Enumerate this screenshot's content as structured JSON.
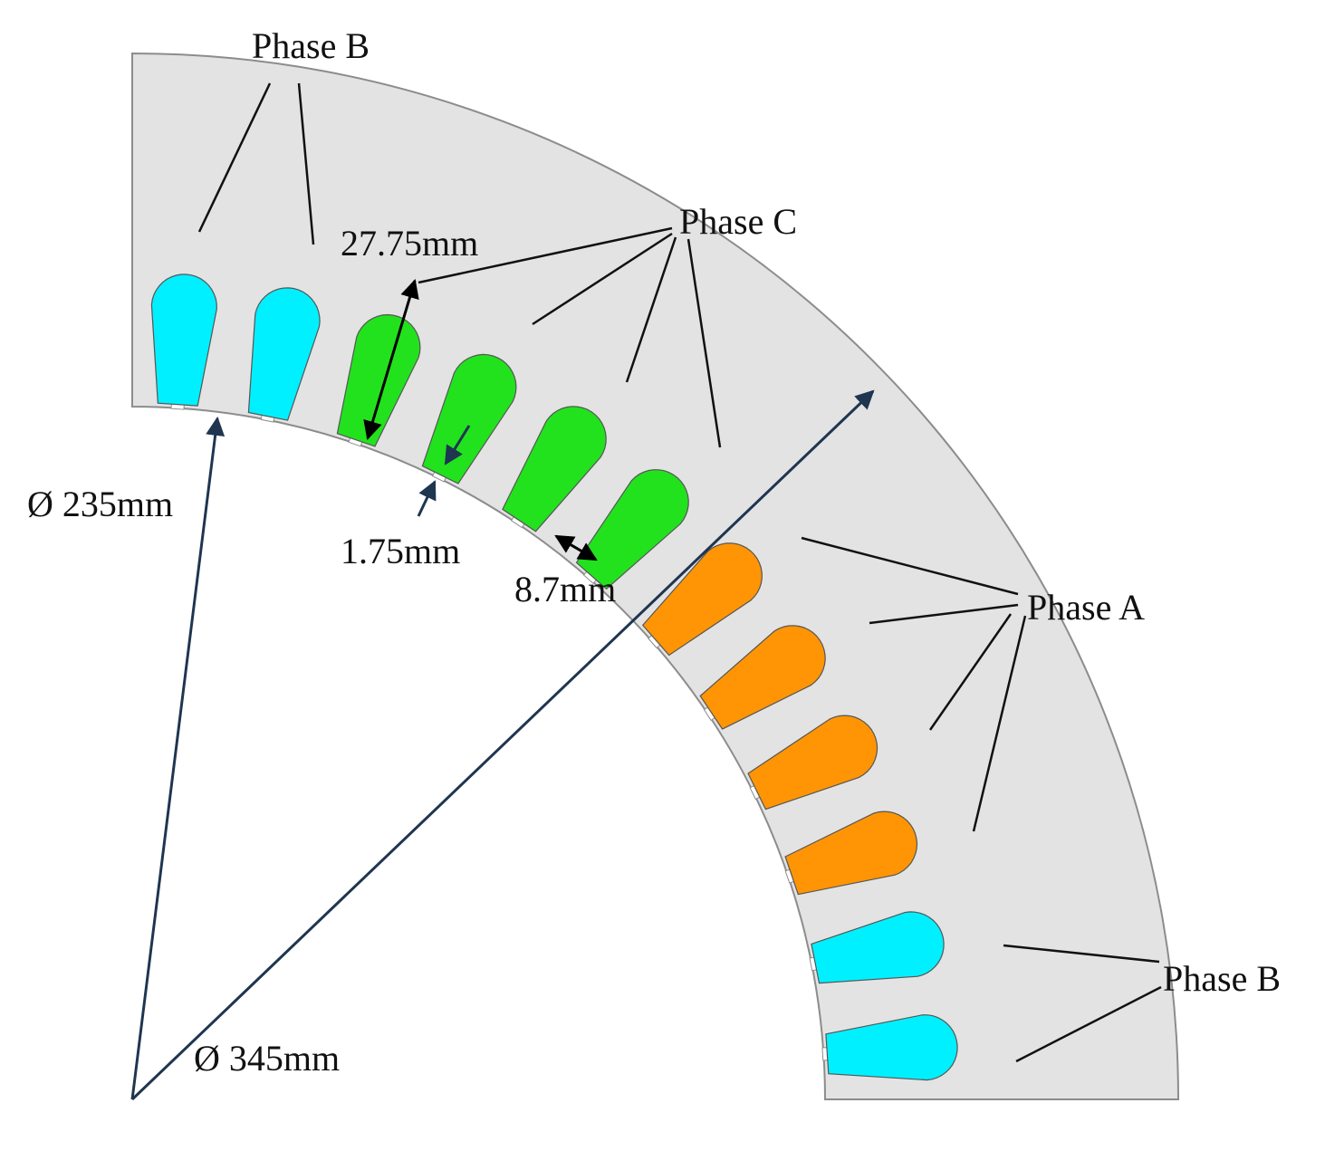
{
  "labels": {
    "phase_b_top": "Phase B",
    "phase_c": "Phase C",
    "phase_a": "Phase A",
    "phase_b_bottom": "Phase B",
    "slot_depth": "27.75mm",
    "slot_opening": "1.75mm",
    "slot_width": "8.7mm",
    "inner_diameter": "Ø 235mm",
    "outer_diameter": "Ø 345mm"
  },
  "slots": [
    {
      "phase": "B",
      "highlighted": true
    },
    {
      "phase": "B"
    },
    {
      "phase": "C"
    },
    {
      "phase": "C"
    },
    {
      "phase": "C"
    },
    {
      "phase": "C"
    },
    {
      "phase": "A"
    },
    {
      "phase": "A"
    },
    {
      "phase": "A"
    },
    {
      "phase": "A"
    },
    {
      "phase": "B"
    },
    {
      "phase": "B"
    }
  ],
  "colors": {
    "core": "#e3e3e3",
    "core_edge": "#8c8c8c",
    "phase_A": "#ff9505",
    "phase_B": "#00f0ff",
    "phase_C": "#22e21e",
    "highlight_edge": "#7a1fd6",
    "dimension_arrow": "#1f3550"
  }
}
